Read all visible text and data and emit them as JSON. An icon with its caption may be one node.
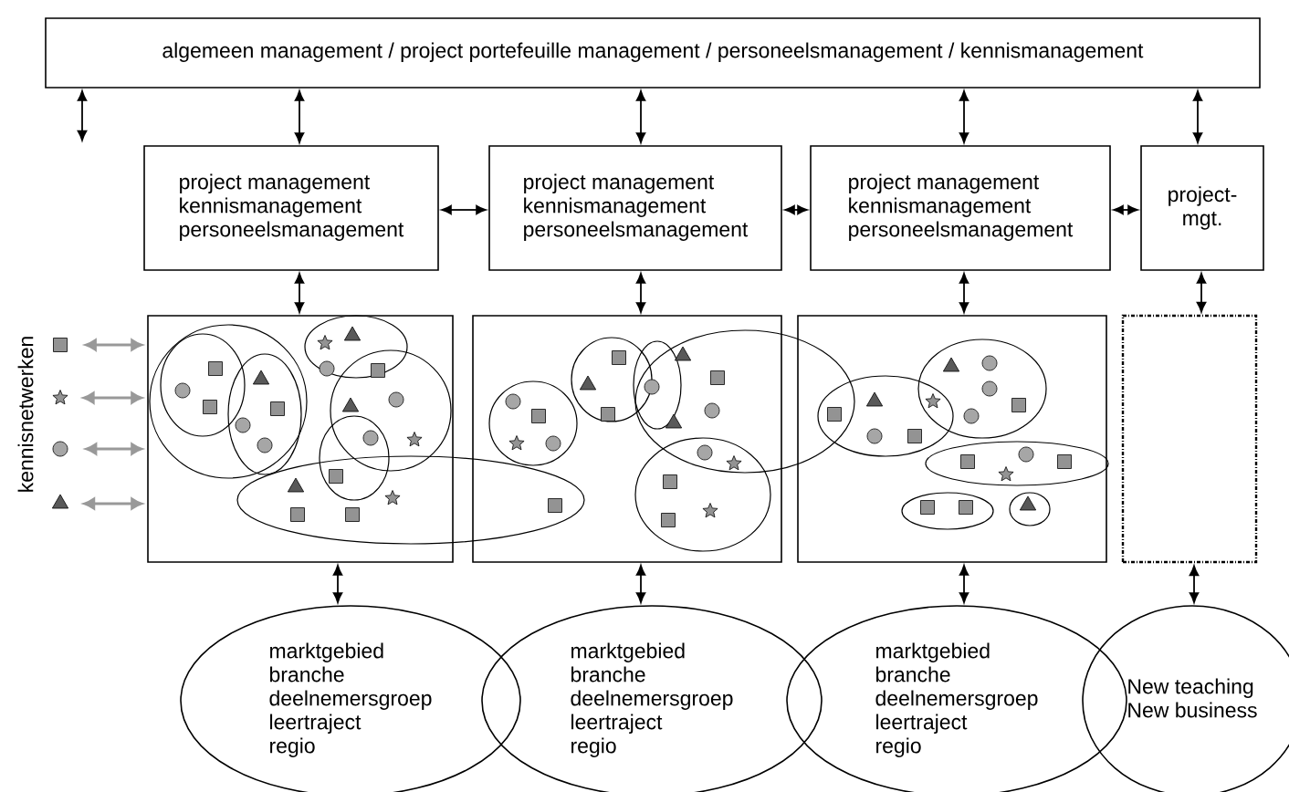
{
  "diagram": {
    "nodes": [
      {
        "text": [
          "algemeen management / project portefeuille management / personeelsmanagement / kennismanagement"
        ]
      },
      {
        "text": [
          "project management",
          "kennismanagement",
          "personeelsmanagement"
        ]
      },
      {
        "text": [
          "project management",
          "kennismanagement",
          "personeelsmanagement"
        ]
      },
      {
        "text": [
          "project management",
          "kennismanagement",
          "personeelsmanagement"
        ]
      },
      {
        "text": [
          "project-mgt."
        ]
      },
      {
        "text": [],
        "shape": "box"
      },
      {
        "text": [],
        "shape": "box"
      },
      {
        "text": [],
        "shape": "box"
      },
      {
        "text": [],
        "shape": "box"
      },
      {
        "text": [
          "marktgebied",
          "branche",
          "deelnemersgroep",
          "leertraject",
          "regio"
        ]
      },
      {
        "text": [
          "marktgebied",
          "branche",
          "deelnemersgroep",
          "leertraject",
          "regio"
        ]
      },
      {
        "text": [
          "marktgebied",
          "branche",
          "deelnemersgroep",
          "leertraject",
          "regio"
        ]
      },
      {
        "text": [
          "New teaching",
          "New business"
        ]
      },
      {
        "text": [],
        "shape": "square"
      },
      {
        "text": [],
        "shape": "star"
      },
      {
        "text": [],
        "shape": "circle"
      },
      {
        "text": [],
        "shape": "triangle"
      }
    ],
    "edges": [
      {
        "from": 0,
        "to": null,
        "arrow": "both"
      },
      {
        "from": 0,
        "to": 1,
        "arrow": "both"
      },
      {
        "from": 0,
        "to": 2,
        "arrow": "both"
      },
      {
        "from": 0,
        "to": 3,
        "arrow": "both"
      },
      {
        "from": 0,
        "to": 4,
        "arrow": "both"
      },
      {
        "from": 1,
        "to": 2,
        "arrow": "both"
      },
      {
        "from": 2,
        "to": 3,
        "arrow": "both"
      },
      {
        "from": 3,
        "to": 4,
        "arrow": "both"
      },
      {
        "from": 1,
        "to": 5,
        "arrow": "both"
      },
      {
        "from": 2,
        "to": 6,
        "arrow": "both"
      },
      {
        "from": 3,
        "to": 7,
        "arrow": "both"
      },
      {
        "from": 4,
        "to": 8,
        "arrow": "both"
      },
      {
        "from": 5,
        "to": 9,
        "arrow": "both"
      },
      {
        "from": 6,
        "to": 10,
        "arrow": "both"
      },
      {
        "from": 7,
        "to": 11,
        "arrow": "both"
      },
      {
        "from": 8,
        "to": 12,
        "arrow": "both"
      },
      {
        "from": 13,
        "to": 5,
        "arrow": "both",
        "color": "#999999"
      },
      {
        "from": 14,
        "to": 5,
        "arrow": "both",
        "color": "#999999"
      },
      {
        "from": 15,
        "to": 5,
        "arrow": "both",
        "color": "#999999"
      },
      {
        "from": 16,
        "to": 5,
        "arrow": "both",
        "color": "#999999"
      }
    ],
    "labels": [
      "kennisnetwerken"
    ]
  }
}
